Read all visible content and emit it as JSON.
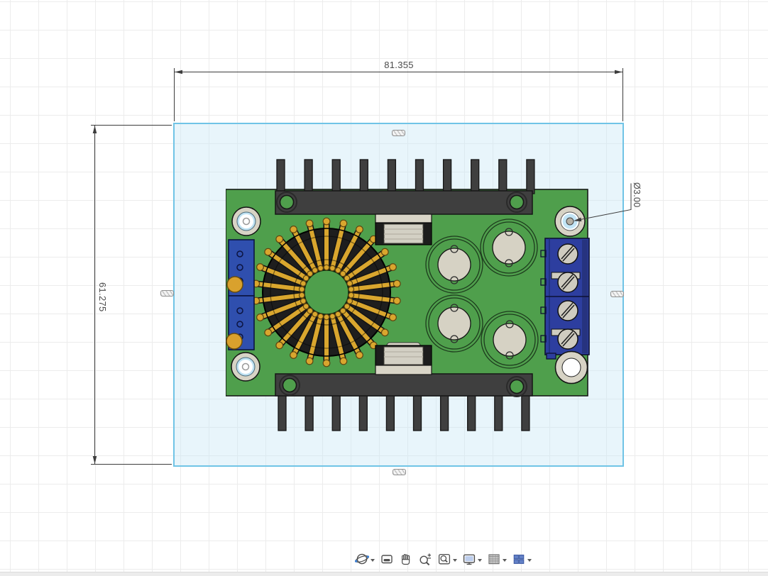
{
  "annotations": {
    "width_dim": "81.355",
    "height_dim": "61.275",
    "hole_dim": "Ø3.00"
  },
  "sheet": {
    "border_color": "#70c4e6",
    "fill_color": "#e9f3fb"
  },
  "pcb": {
    "board_color": "#4f9f4c",
    "heatsink_color": "#3f3f3f",
    "inductor_wire_color": "#d9a62e",
    "terminal_block_color": "#2d3e9f",
    "trimmer_color": "#2f4fae",
    "capacitor_top_color": "#d6d2c4",
    "standoff_color": "#d7d3c5",
    "hole_highlight_color": "#bfe2f3"
  },
  "toolbar": {
    "items": [
      {
        "name": "orbit",
        "dropdown": true
      },
      {
        "name": "look-at",
        "dropdown": false
      },
      {
        "name": "pan",
        "dropdown": false
      },
      {
        "name": "zoom",
        "dropdown": false
      },
      {
        "name": "fit",
        "dropdown": true
      },
      {
        "name": "display-settings",
        "dropdown": true
      },
      {
        "name": "grid-and-snaps",
        "dropdown": true
      },
      {
        "name": "viewports",
        "dropdown": true
      }
    ]
  }
}
